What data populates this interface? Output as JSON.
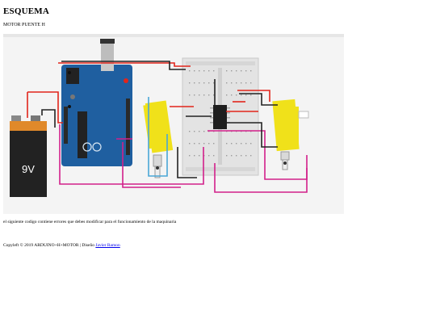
{
  "header": {
    "title": "ESQUEMA",
    "subtitle": "MOTOR PUENTE H"
  },
  "schematic": {
    "battery_label": "9V",
    "colors": {
      "board": "#1f5fa0",
      "breadboard": "#e3e3e3",
      "motor_body": "#f0e11a",
      "battery_top": "#e0892a",
      "battery_body": "#222222",
      "wire_red": "#e1251b",
      "wire_black": "#222222",
      "wire_magenta": "#d2208a",
      "wire_cyan": "#4aa7d6"
    },
    "icons": [
      "arduino-board",
      "breadboard",
      "h-bridge-chip",
      "dc-motor",
      "battery"
    ]
  },
  "body": {
    "note": "el siguiente codigo contiene errores que debes modificar para el funcionamiento de la maquinaria"
  },
  "footer": {
    "copyright": "Copyleft © 2019 ARDUINO+H+MOTOR | Diseño",
    "author_link": "Javier Ramon"
  }
}
